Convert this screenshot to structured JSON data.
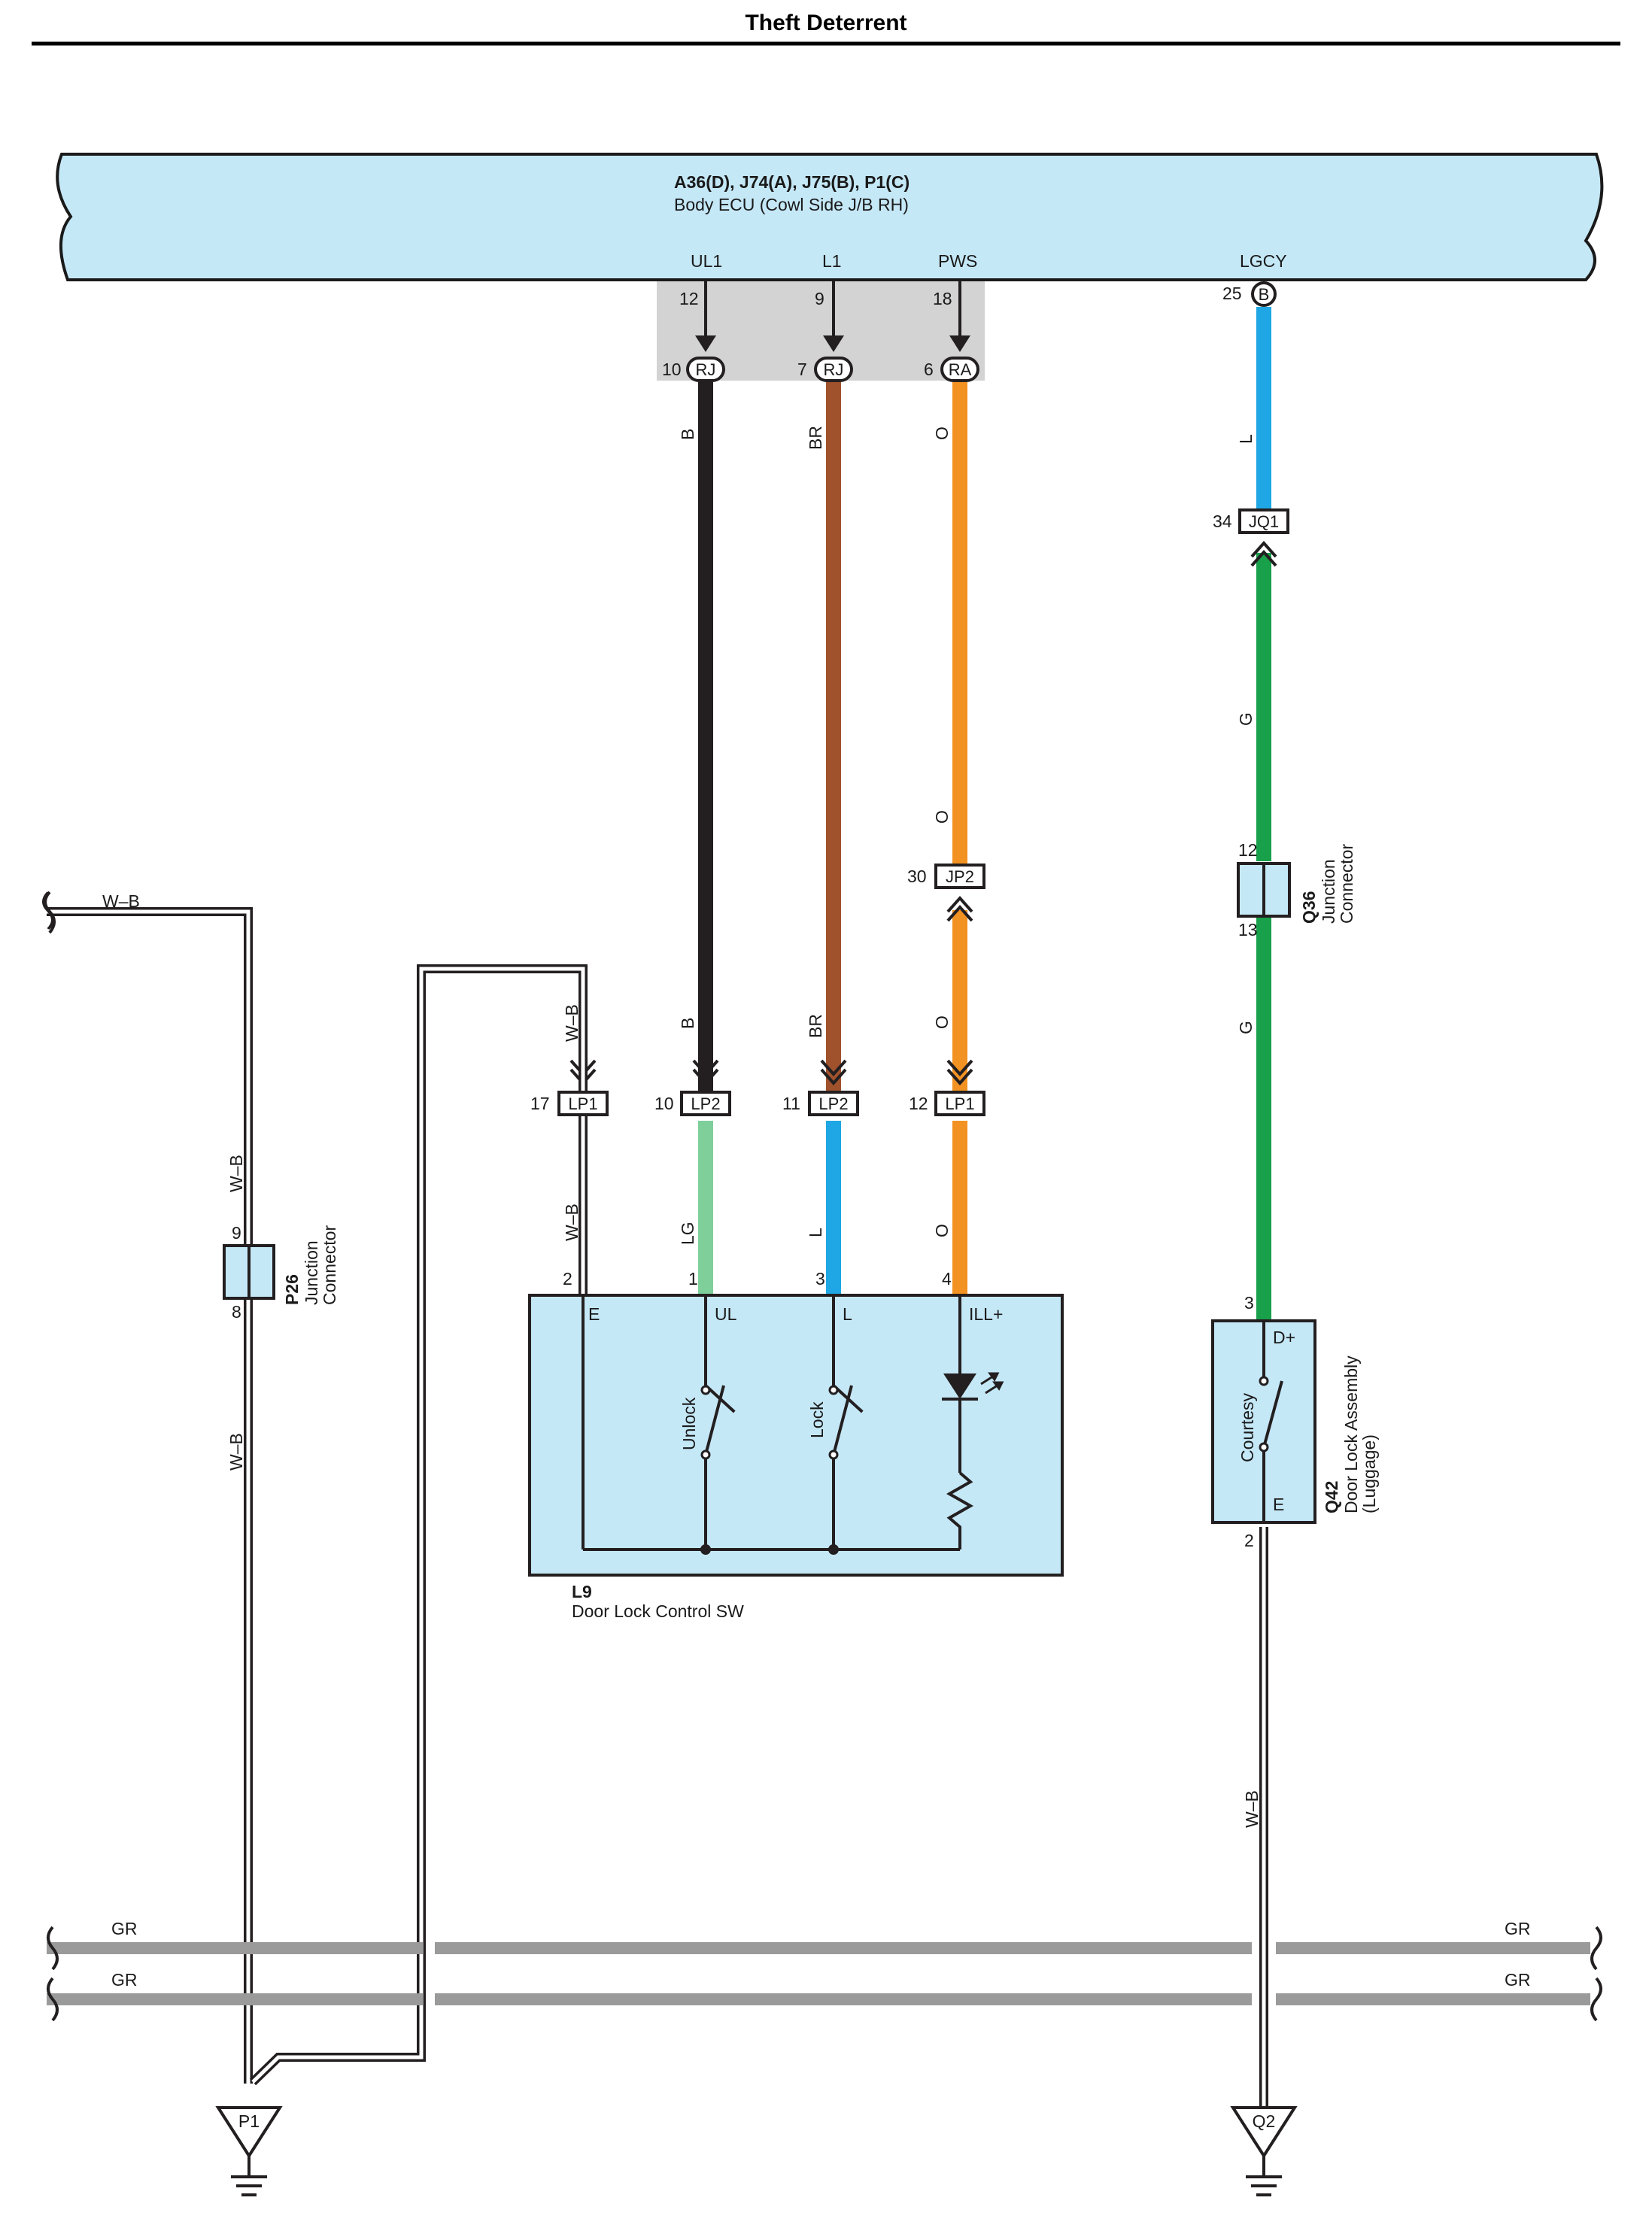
{
  "title": "Theft Deterrent",
  "ecu": {
    "connectors": "A36(D), J74(A), J75(B), P1(C)",
    "name": "Body ECU (Cowl Side J/B RH)",
    "terminals": [
      {
        "name": "UL1",
        "pin": "12"
      },
      {
        "name": "L1",
        "pin": "9"
      },
      {
        "name": "PWS",
        "pin": "18"
      },
      {
        "name": "LGCY",
        "pin": "25"
      }
    ],
    "lgcy_connector": "B"
  },
  "inline_connectors": {
    "ul1": {
      "pin": "10",
      "code": "RJ"
    },
    "l1": {
      "pin": "7",
      "code": "RJ"
    },
    "pws": {
      "pin": "6",
      "code": "RA"
    }
  },
  "wires": {
    "ul1_upper": "B",
    "l1_upper": "BR",
    "pws_upper": "O",
    "pws_mid": "O",
    "pws_lower": "O",
    "ul1_mid": "B",
    "l1_mid": "BR",
    "ul1_lower": "LG",
    "l1_lower": "L",
    "pws_bottom": "O",
    "lgcy_upper": "L",
    "lgcy_mid": "G",
    "lgcy_lower": "G",
    "ground_left": "W–B",
    "ground_left_mid": "W–B",
    "ground_left_lower": "W–B",
    "e_wire_upper": "W–B",
    "e_wire_lower": "W–B",
    "q42_ground": "W–B",
    "shield": "GR"
  },
  "connectors": {
    "jq1": {
      "pin": "34",
      "code": "JQ1"
    },
    "jp2": {
      "pin": "30",
      "code": "JP2"
    },
    "lp1_e": {
      "pin": "17",
      "code": "LP1"
    },
    "lp2_ul": {
      "pin": "10",
      "code": "LP2"
    },
    "lp2_l": {
      "pin": "11",
      "code": "LP2"
    },
    "lp1_ill": {
      "pin": "12",
      "code": "LP1"
    }
  },
  "q36": {
    "id": "Q36",
    "name_line1": "Junction",
    "name_line2": "Connector",
    "pin_in": "12",
    "pin_out": "13"
  },
  "p26": {
    "id": "P26",
    "name_line1": "Junction",
    "name_line2": "Connector",
    "pin_in": "9",
    "pin_out": "8"
  },
  "l9": {
    "id": "L9",
    "name": "Door Lock Control SW",
    "pins": [
      {
        "pin": "2",
        "name": "E"
      },
      {
        "pin": "1",
        "name": "UL"
      },
      {
        "pin": "3",
        "name": "L"
      },
      {
        "pin": "4",
        "name": "ILL+"
      }
    ],
    "switch_unlock": "Unlock",
    "switch_lock": "Lock"
  },
  "q42": {
    "id": "Q42",
    "name_line1": "Door Lock Assembly",
    "name_line2": "(Luggage)",
    "pin_top": "3",
    "pin_bottom": "2",
    "term_top": "D+",
    "term_bottom": "E",
    "switch": "Courtesy"
  },
  "grounds": {
    "left": "P1",
    "right": "Q2"
  },
  "colors": {
    "ecu_fill": "#c5e8f7",
    "wire_black": "#231f20",
    "wire_brown": "#a0522d",
    "wire_orange": "#f29222",
    "wire_blue": "#1ea7e4",
    "wire_green": "#18a04a",
    "wire_light_green": "#7fcf9b",
    "shield_gray": "#9a9a9a"
  }
}
